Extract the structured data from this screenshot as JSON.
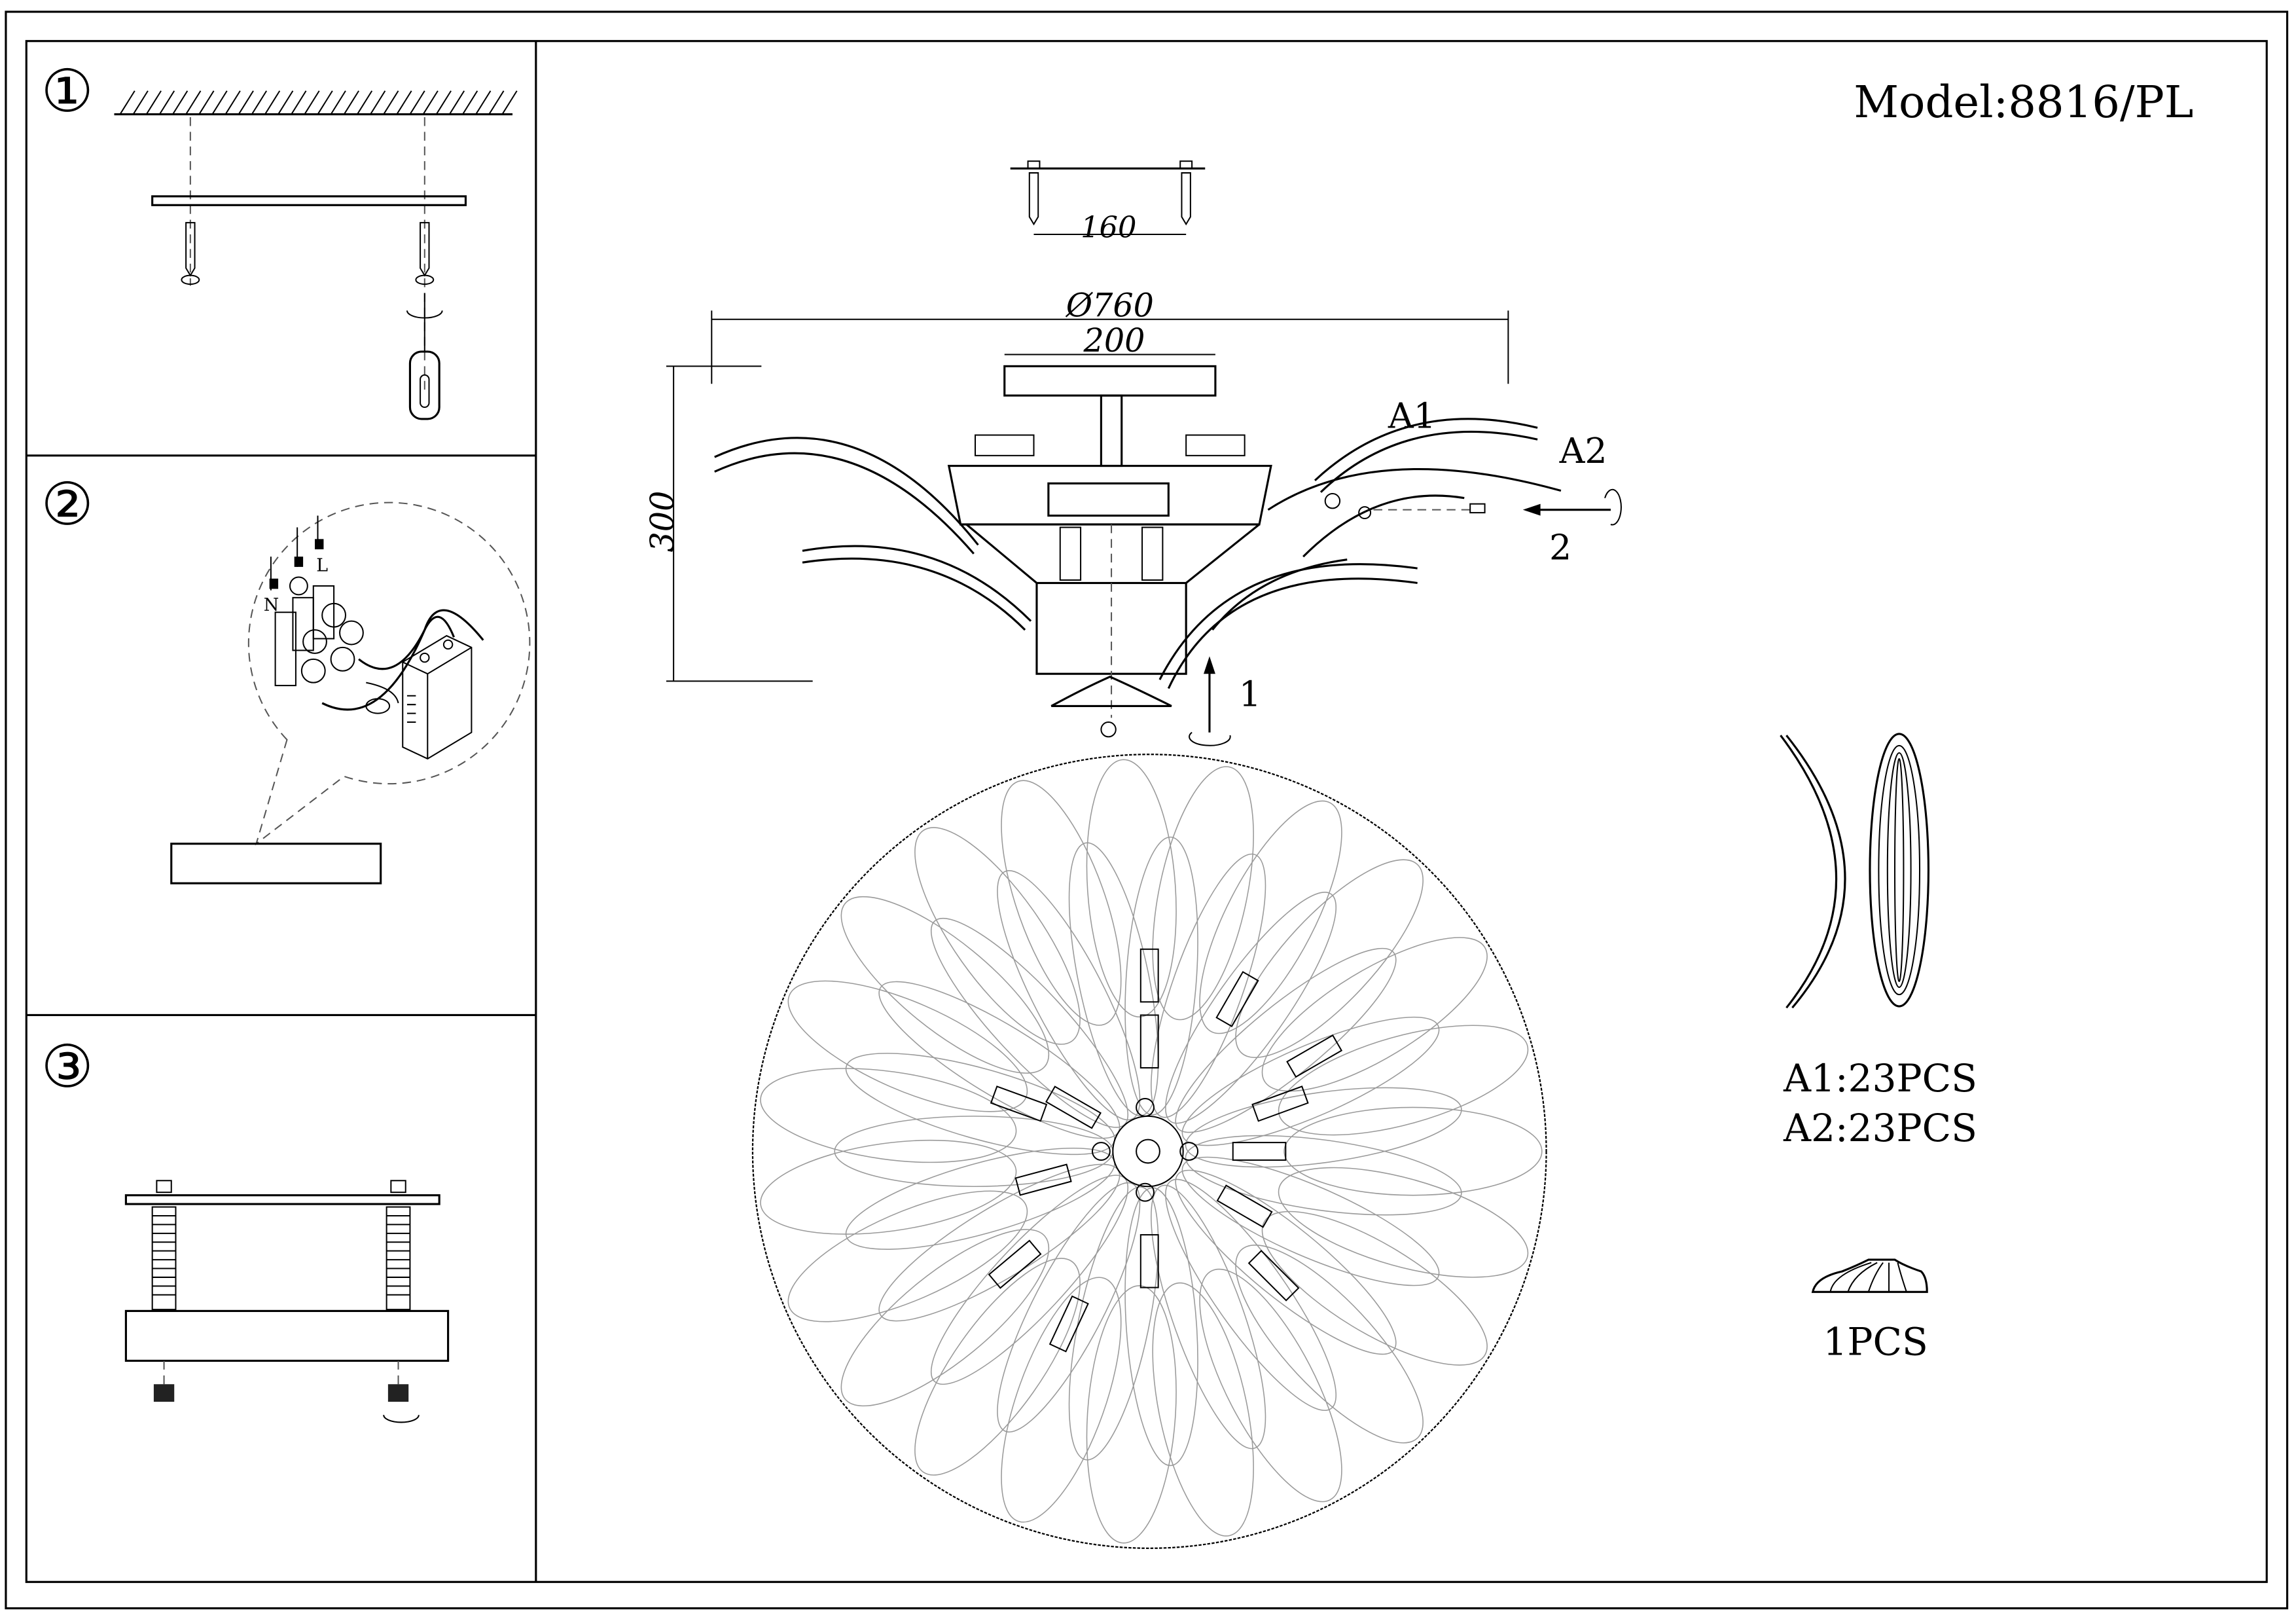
{
  "model": "Model:8816/PL",
  "steps": [
    {
      "number": "①"
    },
    {
      "number": "②",
      "labels": {
        "neutral": "N",
        "live": "L"
      }
    },
    {
      "number": "③"
    }
  ],
  "dimensions": {
    "plate_width": "160",
    "diameter": "Ø760",
    "canopy_width": "200",
    "height": "300"
  },
  "callouts": {
    "a1": "A1",
    "a2": "A2",
    "step1": "1",
    "step2": "2"
  },
  "parts": {
    "a1_qty": "A1:23PCS",
    "a2_qty": "A2:23PCS",
    "finial_qty": "1PCS"
  },
  "colors": {
    "line": "#000000",
    "petal": "#9a9a9a"
  }
}
